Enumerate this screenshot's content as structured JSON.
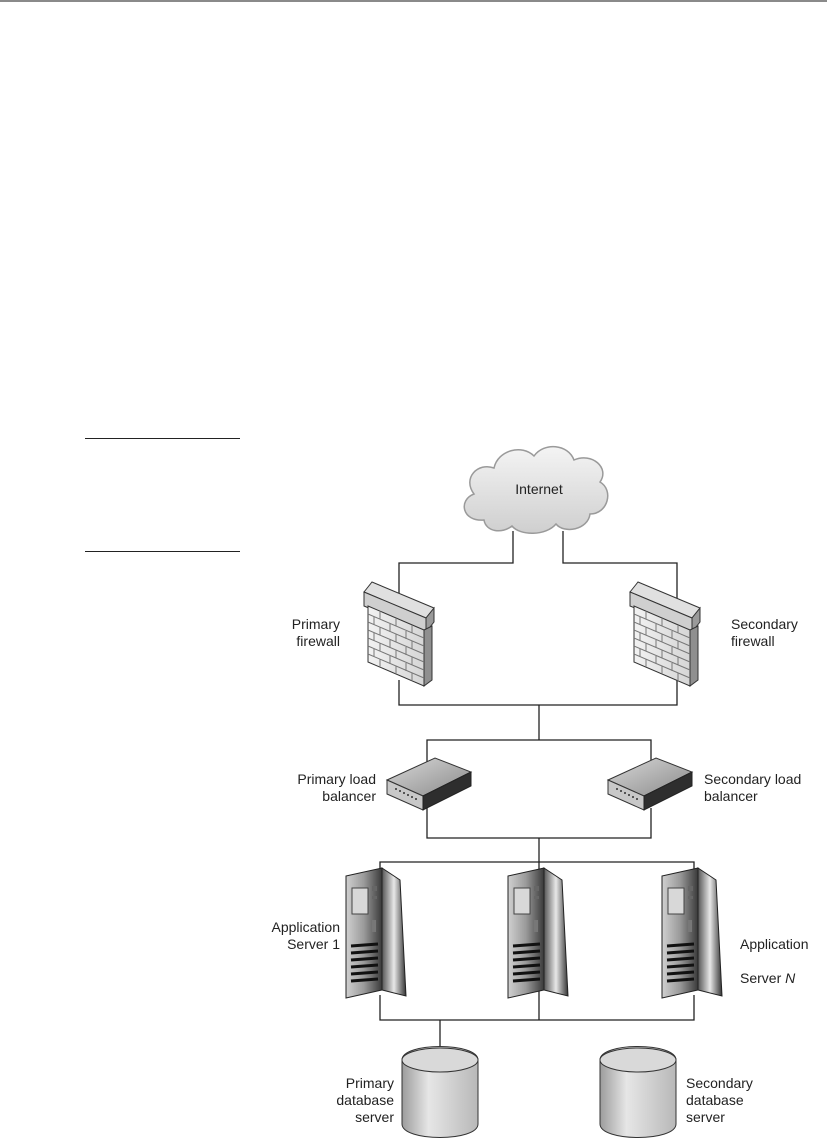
{
  "colors": {
    "line": "#222222",
    "device_light": "#e6e6e6",
    "device_dark": "#6f6f6f",
    "tower_dark": "#1c1c1c",
    "cloud": "#e2e2e2"
  },
  "internet": {
    "label": "Internet",
    "icon": "cloud-icon"
  },
  "firewalls": {
    "primary": {
      "label": "Primary\nfirewall",
      "icon": "brick-wall-icon"
    },
    "secondary": {
      "label": "Secondary\nfirewall",
      "icon": "brick-wall-icon"
    }
  },
  "load_balancers": {
    "primary": {
      "label": "Primary load\nbalancer",
      "icon": "switch-icon"
    },
    "secondary": {
      "label": "Secondary load\nbalancer",
      "icon": "switch-icon"
    }
  },
  "app_servers": {
    "first": {
      "label": "Application\nServer 1",
      "icon": "tower-server-icon"
    },
    "middle": {
      "icon": "tower-server-icon"
    },
    "last": {
      "label_line1": "Application",
      "label_line2_prefix": "Server ",
      "label_line2_var": "N",
      "icon": "tower-server-icon"
    }
  },
  "databases": {
    "primary": {
      "label": "Primary\ndatabase\nserver",
      "icon": "database-cylinder-icon"
    },
    "secondary": {
      "label": "Secondary\ndatabase\nserver",
      "icon": "database-cylinder-icon"
    }
  }
}
